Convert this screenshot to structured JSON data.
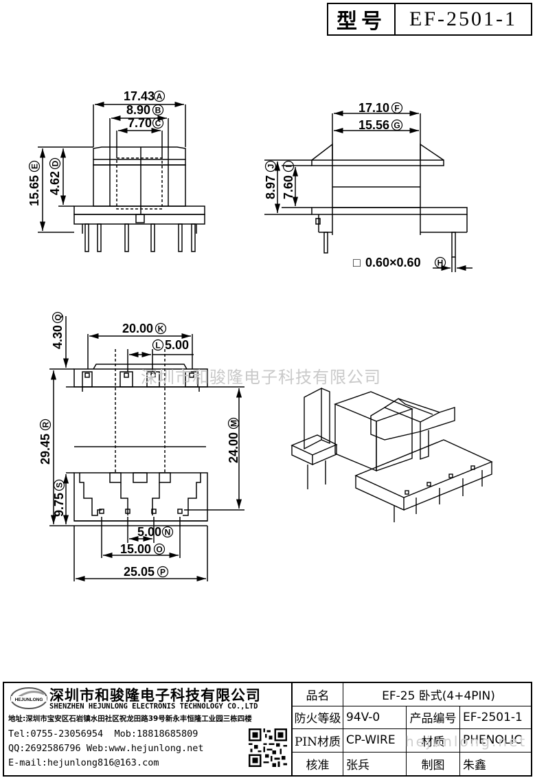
{
  "header": {
    "model_label": "型号",
    "model_value": "EF-2501-1"
  },
  "dimensions": {
    "A": {
      "value": "17.43",
      "tag": "A"
    },
    "B": {
      "value": "8.90",
      "tag": "B"
    },
    "C": {
      "value": "7.70",
      "tag": "C"
    },
    "D": {
      "value": "4.62",
      "tag": "D"
    },
    "E": {
      "value": "15.65",
      "tag": "E"
    },
    "F": {
      "value": "17.10",
      "tag": "F"
    },
    "G": {
      "value": "15.56",
      "tag": "G"
    },
    "H": {
      "value": "0.60×0.60",
      "tag": "H",
      "prefix": "□"
    },
    "I": {
      "value": "7.60",
      "tag": "I"
    },
    "J": {
      "value": "8.97",
      "tag": "J"
    },
    "K": {
      "value": "20.00",
      "tag": "K"
    },
    "L": {
      "value": "5.00",
      "tag": "L"
    },
    "M": {
      "value": "24.00",
      "tag": "M"
    },
    "N": {
      "value": "5.00",
      "tag": "N"
    },
    "O": {
      "value": "15.00",
      "tag": "O"
    },
    "P": {
      "value": "25.05",
      "tag": "P"
    },
    "Q": {
      "value": "4.30",
      "tag": "Q"
    },
    "R": {
      "value": "29.45",
      "tag": "R"
    },
    "S": {
      "value": "9.75",
      "tag": "S"
    }
  },
  "watermark": {
    "center": "深圳市和骏隆电子科技有限公司",
    "url": "hejunlong.net"
  },
  "company": {
    "logo_text": "HEJUNLONG",
    "name_cn": "深圳市和骏隆电子科技有限公司",
    "name_en": "SHENZHEN HEJUNLONG ELECTRONIS TECHNOLOGY CO.,LTD",
    "address": "地址:深圳市宝安区石岩镇水田社区祝龙田路39号新永丰恒隆工业园三栋四楼",
    "tel": "Tel:0755-23056954",
    "mob": "Mob:18818685809",
    "qq": "QQ:2692586796",
    "web": "Web:www.hejunlong.net",
    "email": "E-mail:hejunlong816@163.com"
  },
  "title_block": {
    "name_label": "品名",
    "name_value": "EF-25 卧式(4+4PIN)",
    "fire_label": "防火等级",
    "fire_value": "94V-0",
    "code_label": "产品编号",
    "code_value": "EF-2501-1",
    "pin_label": "PIN材质",
    "pin_value": "CP-WIRE",
    "mat_label": "材质",
    "mat_value": "PHENOLIC",
    "check_label": "核准",
    "check_value": "张兵",
    "draw_label": "制图",
    "draw_value": "朱鑫"
  },
  "colors": {
    "line": "#000000",
    "watermark": "#c9c9c9",
    "background": "#ffffff"
  }
}
